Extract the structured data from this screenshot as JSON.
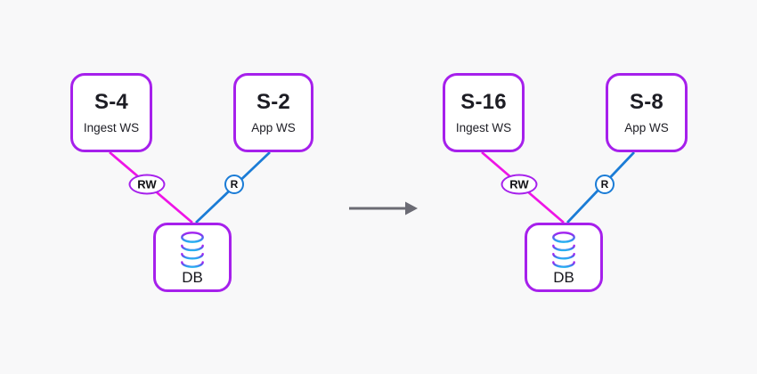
{
  "diagram": {
    "description": "scaling transition diagram: before and after cluster states",
    "colors": {
      "background": "#f8f8f9",
      "node_border": "#a620ec",
      "write_line": "#ee14e6",
      "read_line": "#1b7cd6",
      "arrow": "#6b6b74",
      "text": "#1d1d24",
      "db_icon_gradient_top": "#a620f0",
      "db_icon_gradient_mid": "#5b5bee",
      "db_icon_gradient_bottom": "#25b1f0"
    },
    "clusters": [
      {
        "state": "before",
        "ingest": {
          "title": "S-4",
          "subtitle": "Ingest WS"
        },
        "app": {
          "title": "S-2",
          "subtitle": "App WS"
        },
        "db": {
          "label": "DB"
        },
        "write_label": "RW",
        "read_label": "R"
      },
      {
        "state": "after",
        "ingest": {
          "title": "S-16",
          "subtitle": "Ingest WS"
        },
        "app": {
          "title": "S-8",
          "subtitle": "App WS"
        },
        "db": {
          "label": "DB"
        },
        "write_label": "RW",
        "read_label": "R"
      }
    ],
    "arrow_icon": "right-arrow"
  }
}
